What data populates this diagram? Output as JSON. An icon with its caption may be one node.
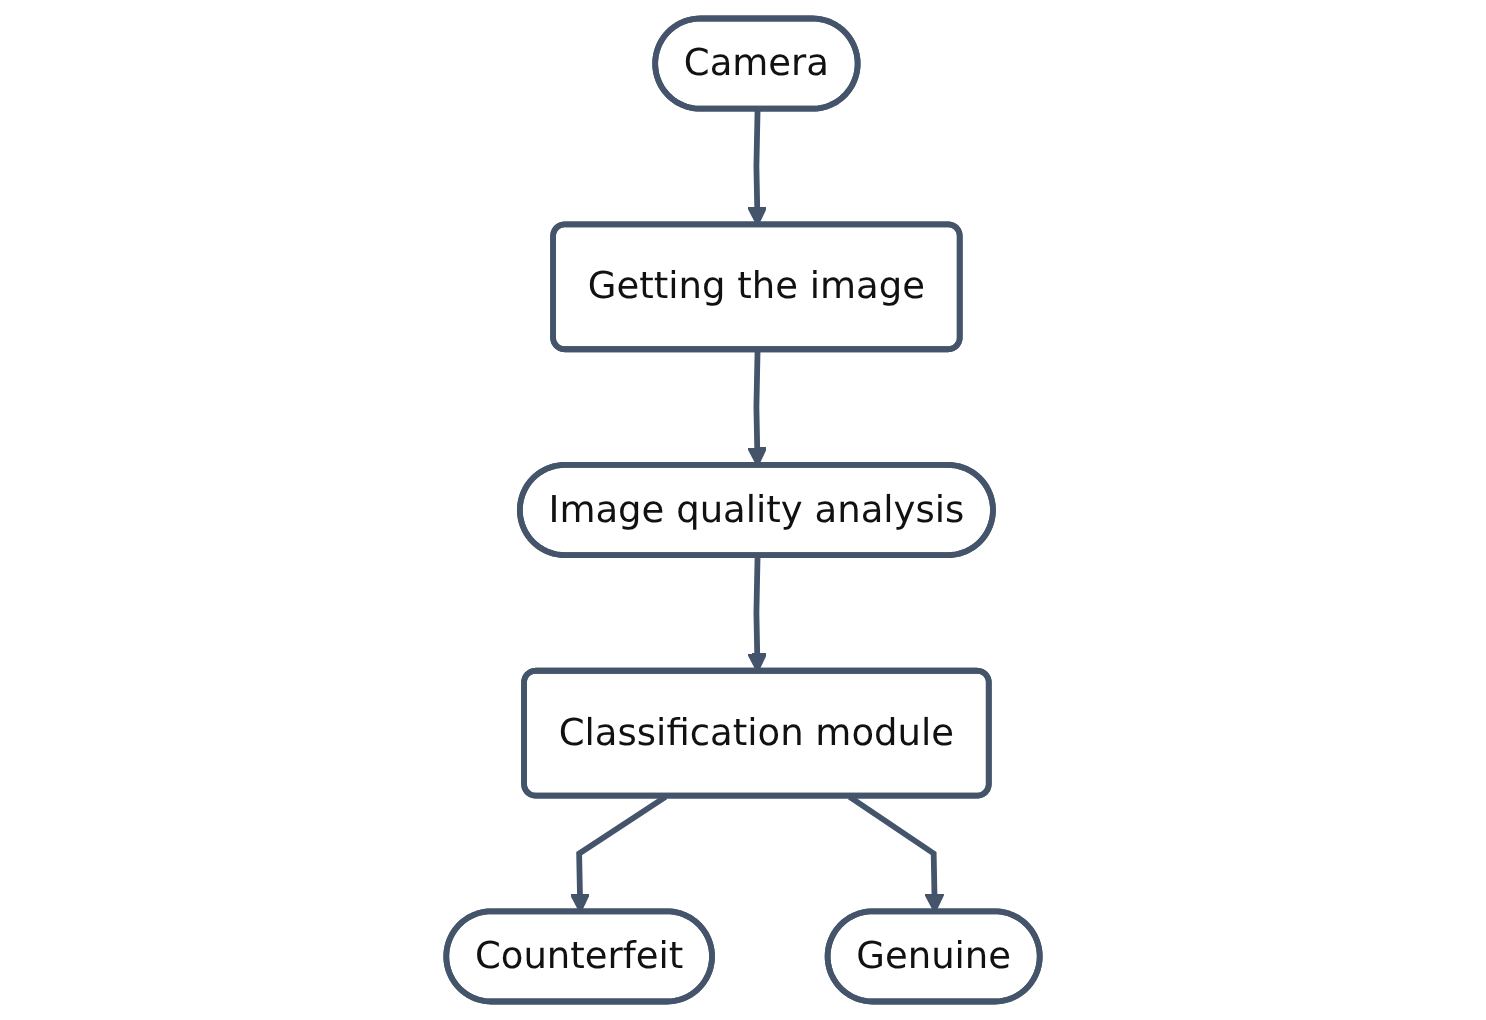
{
  "diagram": {
    "nodes": [
      {
        "text": [
          "Camera"
        ]
      },
      {
        "text": [
          "Getting the image"
        ]
      },
      {
        "text": [
          "Image quality analysis"
        ]
      },
      {
        "text": [
          "Classification module"
        ]
      },
      {
        "text": [
          "Counterfeit"
        ]
      },
      {
        "text": [
          "Genuine"
        ]
      }
    ],
    "edges": [
      {
        "from": 0,
        "to": 1,
        "arrow": "to"
      },
      {
        "from": 1,
        "to": 2,
        "arrow": "to"
      },
      {
        "from": 2,
        "to": 3,
        "arrow": "to"
      },
      {
        "from": 3,
        "to": 4,
        "arrow": "to"
      },
      {
        "from": 3,
        "to": 5,
        "arrow": "to"
      }
    ]
  }
}
